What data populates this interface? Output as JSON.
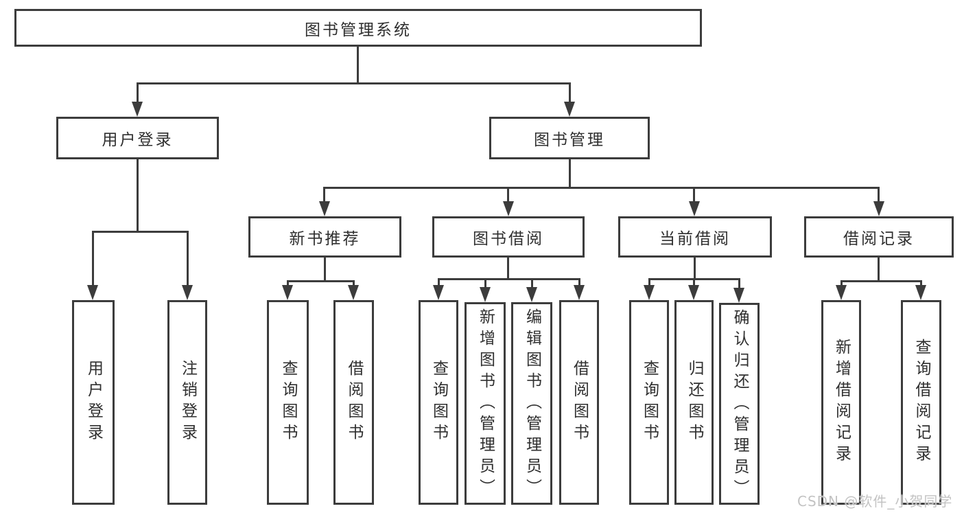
{
  "colors": {
    "line": "#3c3c3c",
    "text": "#2f2f2f",
    "bg": "#ffffff",
    "watermark": "#c3c3c3"
  },
  "watermark": {
    "text": "CSDN @软件_小贺同学"
  },
  "nodes": {
    "root": {
      "label": "图书管理系统"
    },
    "login": {
      "label": "用户登录"
    },
    "mgmt": {
      "label": "图书管理"
    },
    "rec": {
      "label": "新书推荐"
    },
    "borrow": {
      "label": "图书借阅"
    },
    "current": {
      "label": "当前借阅"
    },
    "records": {
      "label": "借阅记录"
    },
    "login_login": {
      "label": "用户登录"
    },
    "login_logout": {
      "label": "注销登录"
    },
    "rec_query": {
      "label": "查询图书"
    },
    "rec_borrow": {
      "label": "借阅图书"
    },
    "borrow_query": {
      "label": "查询图书"
    },
    "borrow_add": {
      "label": "新增图书（管理员）"
    },
    "borrow_edit": {
      "label": "编辑图书（管理员）"
    },
    "borrow_borrow": {
      "label": "借阅图书"
    },
    "current_query": {
      "label": "查询图书"
    },
    "current_return": {
      "label": "归还图书"
    },
    "current_confirm": {
      "label": "确认归还（管理员）"
    },
    "records_add": {
      "label": "新增借阅记录"
    },
    "records_query": {
      "label": "查询借阅记录"
    }
  },
  "structure": {
    "root": [
      "login",
      "mgmt"
    ],
    "login": [
      "login_login",
      "login_logout"
    ],
    "mgmt": [
      "rec",
      "borrow",
      "current",
      "records"
    ],
    "rec": [
      "rec_query",
      "rec_borrow"
    ],
    "borrow": [
      "borrow_query",
      "borrow_add",
      "borrow_edit",
      "borrow_borrow"
    ],
    "current": [
      "current_query",
      "current_return",
      "current_confirm"
    ],
    "records": [
      "records_add",
      "records_query"
    ]
  }
}
